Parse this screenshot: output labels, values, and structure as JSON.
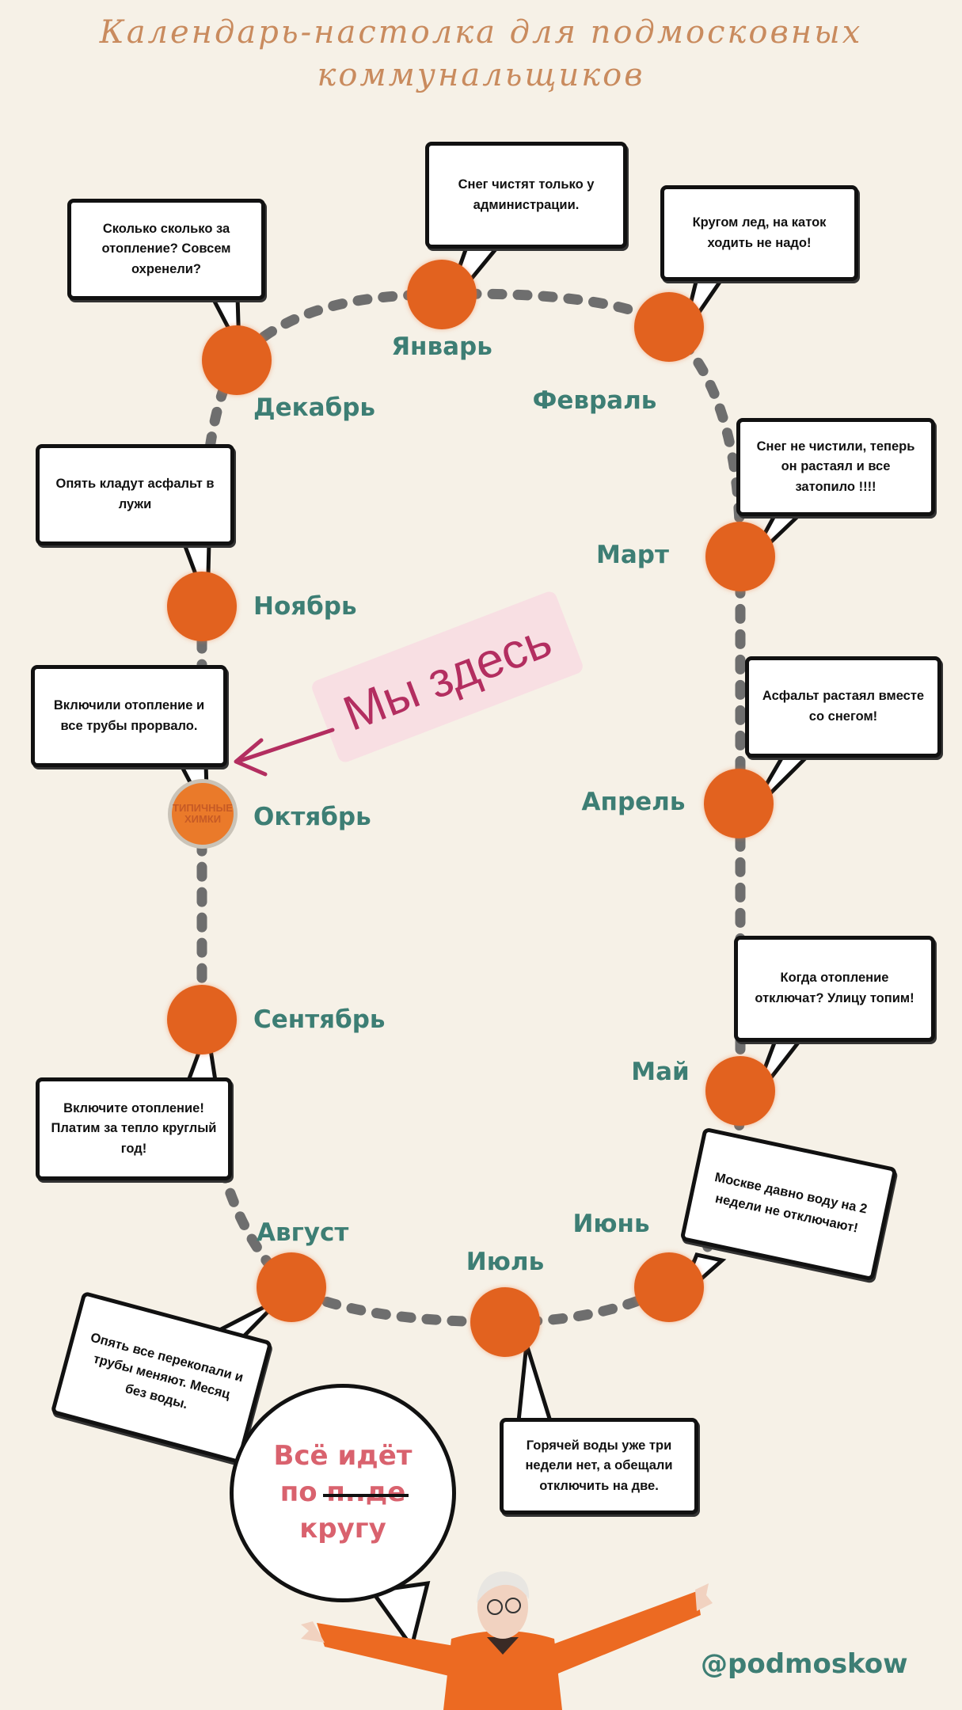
{
  "title": {
    "line1": "Календарь-настолка для подмосковных",
    "line2": "коммунальщиков"
  },
  "months": [
    {
      "name": "Январь",
      "quote": "Снег чистят только у администрации."
    },
    {
      "name": "Февраль",
      "quote": "Кругом лед, на каток ходить не надо!"
    },
    {
      "name": "Март",
      "quote": "Снег не чистили, теперь он растаял и все затопило !!!!"
    },
    {
      "name": "Апрель",
      "quote": "Асфальт растаял вместе со снегом!"
    },
    {
      "name": "Май",
      "quote": "Когда отопление отключат? Улицу топим!"
    },
    {
      "name": "Июнь",
      "quote": "Москве давно воду на 2 недели не отключают!"
    },
    {
      "name": "Июль",
      "quote": "Горячей воды уже три недели нет, а обещали отключить на две."
    },
    {
      "name": "Август",
      "quote": "Опять все перекопали и трубы меняют. Месяц без воды."
    },
    {
      "name": "Сентябрь",
      "quote": "Включите отопление! Платим за тепло круглый год!"
    },
    {
      "name": "Октябрь",
      "quote": "Включили отопление и все трубы прорвало."
    },
    {
      "name": "Ноябрь",
      "quote": "Опять кладут асфальт в лужи"
    },
    {
      "name": "Декабрь",
      "quote": "Сколько сколько за отопление? Совсем охренели?"
    }
  ],
  "we_are_here": "Мы здесь",
  "logo": {
    "top": "ИЧНЫЕ ХИМКИ",
    "line1": "ТИПИЧНЫЕ",
    "line2": "ХИМКИ"
  },
  "round_bubble": {
    "line1": "Всё идёт",
    "line2_prefix": "по",
    "struck": "п..де",
    "line3": "кругу"
  },
  "handle": "@podmoskow",
  "colors": {
    "background": "#f6f1e7",
    "dot": "#e2621f",
    "month": "#3d7e74",
    "accent": "#b32e60",
    "title": "#c98b5e"
  }
}
